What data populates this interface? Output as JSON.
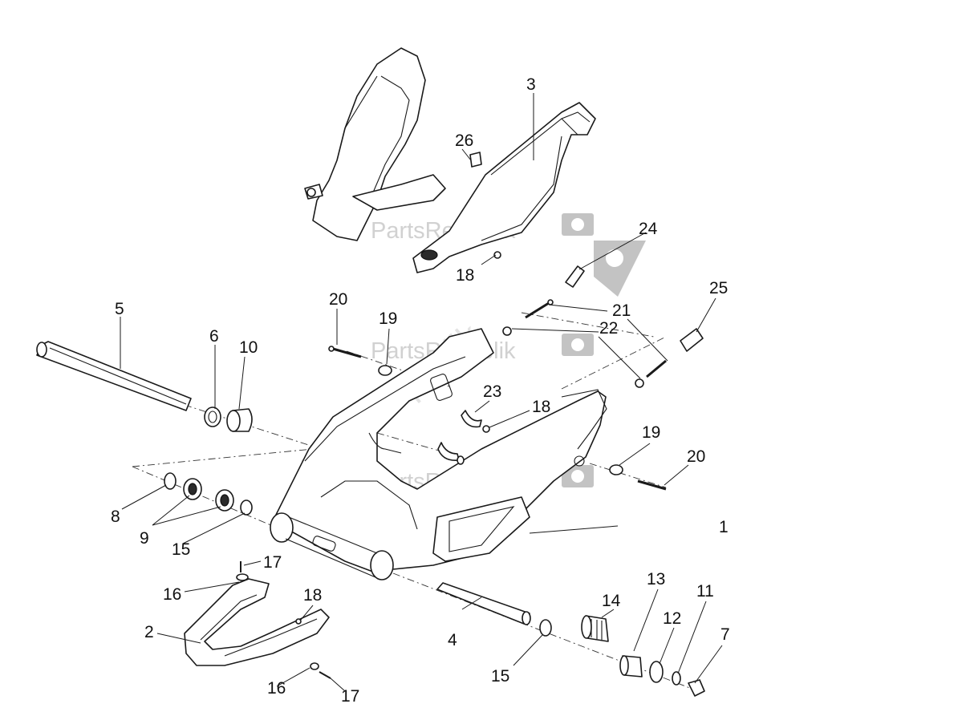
{
  "diagram": {
    "watermark": "PartsRepublik",
    "callouts": [
      {
        "id": "c1",
        "label": "1"
      },
      {
        "id": "c2",
        "label": "2"
      },
      {
        "id": "c3",
        "label": "3"
      },
      {
        "id": "c4",
        "label": "4"
      },
      {
        "id": "c5",
        "label": "5"
      },
      {
        "id": "c6",
        "label": "6"
      },
      {
        "id": "c7",
        "label": "7"
      },
      {
        "id": "c8",
        "label": "8"
      },
      {
        "id": "c9",
        "label": "9"
      },
      {
        "id": "c10",
        "label": "10"
      },
      {
        "id": "c11",
        "label": "11"
      },
      {
        "id": "c12",
        "label": "12"
      },
      {
        "id": "c13",
        "label": "13"
      },
      {
        "id": "c14",
        "label": "14"
      },
      {
        "id": "c15a",
        "label": "15"
      },
      {
        "id": "c15b",
        "label": "15"
      },
      {
        "id": "c16a",
        "label": "16"
      },
      {
        "id": "c16b",
        "label": "16"
      },
      {
        "id": "c17a",
        "label": "17"
      },
      {
        "id": "c17b",
        "label": "17"
      },
      {
        "id": "c18a",
        "label": "18"
      },
      {
        "id": "c18b",
        "label": "18"
      },
      {
        "id": "c18c",
        "label": "18"
      },
      {
        "id": "c19a",
        "label": "19"
      },
      {
        "id": "c19b",
        "label": "19"
      },
      {
        "id": "c20a",
        "label": "20"
      },
      {
        "id": "c20b",
        "label": "20"
      },
      {
        "id": "c21",
        "label": "21"
      },
      {
        "id": "c22",
        "label": "22"
      },
      {
        "id": "c23",
        "label": "23"
      },
      {
        "id": "c24",
        "label": "24"
      },
      {
        "id": "c25",
        "label": "25"
      },
      {
        "id": "c26",
        "label": "26"
      }
    ]
  }
}
